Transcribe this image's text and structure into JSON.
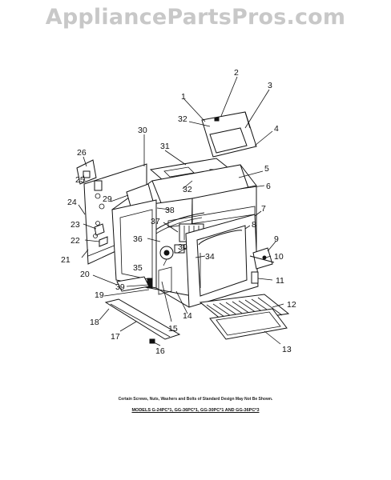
{
  "watermark": "AppliancePartsPros.com",
  "callouts": {
    "c1": "1",
    "c2": "2",
    "c3": "3",
    "c4": "4",
    "c5": "5",
    "c6": "6",
    "c7": "7",
    "c8": "8",
    "c9": "9",
    "c10": "10",
    "c11": "11",
    "c12": "12",
    "c13": "13",
    "c14": "14",
    "c15": "15",
    "c16": "16",
    "c17": "17",
    "c18": "18",
    "c19": "19",
    "c20": "20",
    "c21": "21",
    "c22": "22",
    "c23": "23",
    "c24": "24",
    "c25": "25",
    "c26": "26",
    "c29": "29",
    "c30a": "30",
    "c30b": "30",
    "c31": "31",
    "c32a": "32",
    "c32b": "32",
    "c34": "34",
    "c35": "35",
    "c36": "36",
    "c37": "37",
    "c38": "38",
    "c39": "39"
  },
  "footer": {
    "note": "Certain Screws, Nuts, Washers and Bolts of Standard Design May Not Be Shown.",
    "models": "MODELS G-24PC*1, GG-36PC*1, GG-30PC*1 AND GG-36PC*3"
  }
}
